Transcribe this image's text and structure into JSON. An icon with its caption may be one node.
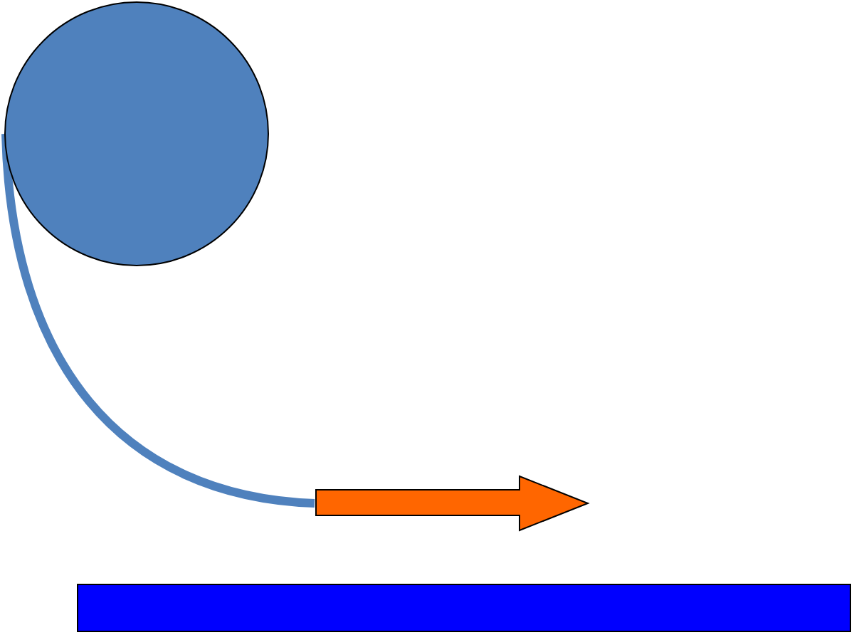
{
  "diagram": {
    "nodes": [
      {
        "text": [],
        "shape": "circle"
      },
      {
        "text": [],
        "shape": "arrow"
      },
      {
        "text": [],
        "shape": "bar"
      }
    ],
    "edges": [
      {
        "from": 0,
        "to": 1,
        "arrow": "none"
      }
    ]
  }
}
